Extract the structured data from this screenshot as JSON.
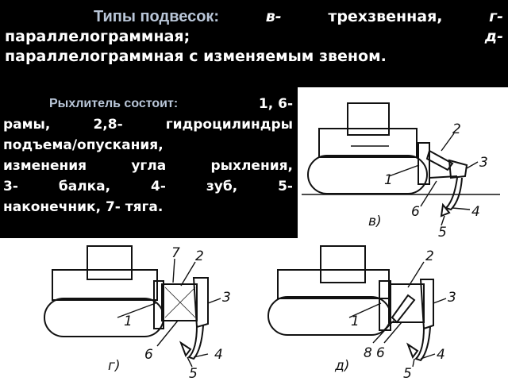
{
  "banner": {
    "title": "Типы подвесок:",
    "letter_v": "в-",
    "text_1": "трехзвенная,",
    "letter_g": "г-",
    "text_2": "параллелограммная;",
    "letter_d": "д-",
    "text_3": "параллелограммная с изменяемым звеном."
  },
  "ripper": {
    "title": "Рыхлитель состоит:",
    "line1_end": "1, 6-",
    "line2_a": "рамы,",
    "line2_b": "2,8-",
    "line2_c": "гидроцилиндры",
    "line3": "подъема/опускания,",
    "line4_a": "изменения",
    "line4_b": "угла",
    "line4_c": "рыхления,",
    "line5_a": "3-",
    "line5_b": "балка,",
    "line5_c": "4-",
    "line5_d": "зуб,",
    "line5_e": "5-",
    "line6": "наконечник, 7- тяга."
  },
  "diagrams": {
    "v": {
      "caption": "в)",
      "labels": {
        "n1": "1",
        "n2": "2",
        "n3": "3",
        "n4": "4",
        "n5": "5",
        "n6": "6"
      }
    },
    "g": {
      "caption": "г)",
      "labels": {
        "n1": "1",
        "n2": "2",
        "n3": "3",
        "n4": "4",
        "n5": "5",
        "n6": "6",
        "n7": "7"
      }
    },
    "d": {
      "caption": "д)",
      "labels": {
        "n1": "1",
        "n2": "2",
        "n3": "3",
        "n4": "4",
        "n5": "5",
        "n6": "6",
        "n8": "8"
      }
    }
  }
}
